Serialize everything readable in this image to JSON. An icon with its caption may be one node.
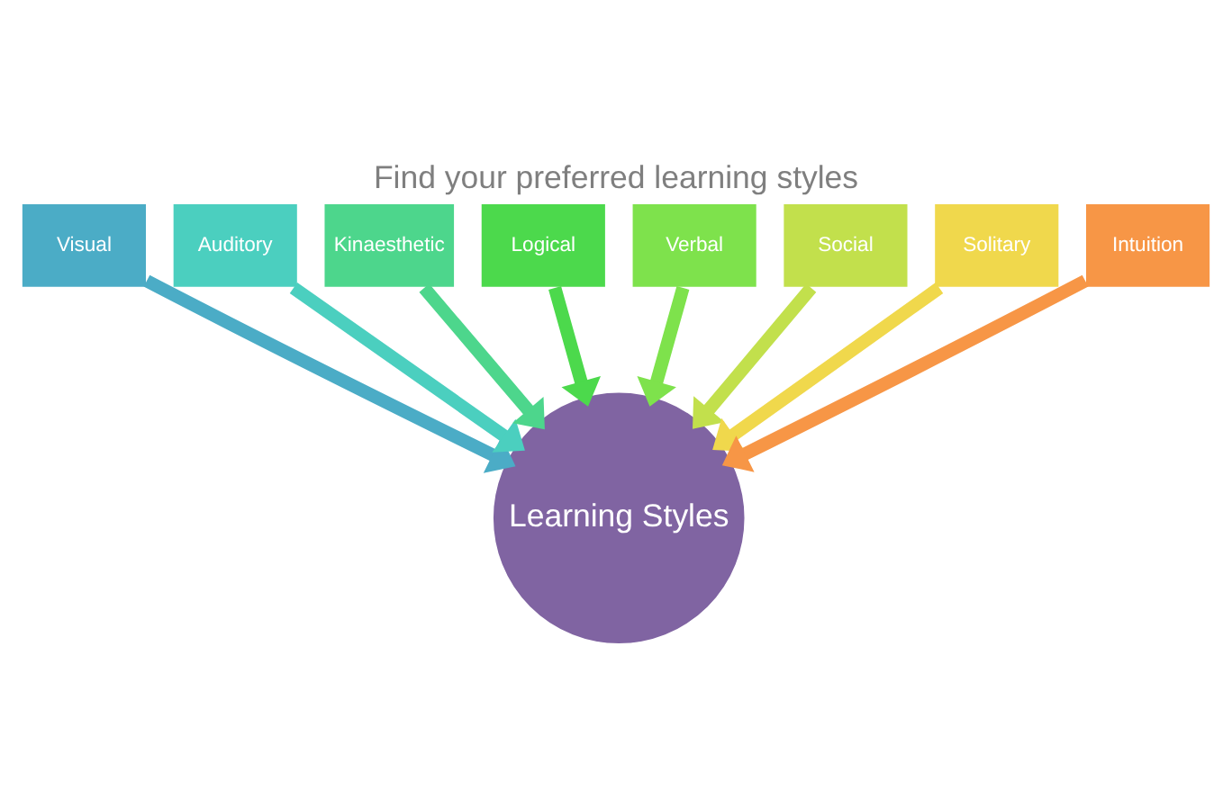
{
  "diagram": {
    "title": "Find your preferred learning styles",
    "nodes": [
      {
        "text": [
          "Visual"
        ]
      },
      {
        "text": [
          "Auditory"
        ]
      },
      {
        "text": [
          "Kinaesthetic"
        ]
      },
      {
        "text": [
          "Logical"
        ]
      },
      {
        "text": [
          "Verbal"
        ]
      },
      {
        "text": [
          "Social"
        ]
      },
      {
        "text": [
          "Solitary"
        ]
      },
      {
        "text": [
          "Intuition"
        ]
      },
      {
        "text": [
          "Learning Styles"
        ]
      }
    ],
    "edges": [
      {
        "from": 0,
        "to": 8,
        "arrow": "to",
        "color": "#4bacc6"
      },
      {
        "from": 1,
        "to": 8,
        "arrow": "to",
        "color": "#4bcfbf"
      },
      {
        "from": 2,
        "to": 8,
        "arrow": "to",
        "color": "#4dd68c"
      },
      {
        "from": 3,
        "to": 8,
        "arrow": "to",
        "color": "#4cd94c"
      },
      {
        "from": 4,
        "to": 8,
        "arrow": "to",
        "color": "#7ee24c"
      },
      {
        "from": 5,
        "to": 8,
        "arrow": "to",
        "color": "#c2e04c"
      },
      {
        "from": 6,
        "to": 8,
        "arrow": "to",
        "color": "#f0d84c"
      },
      {
        "from": 7,
        "to": 8,
        "arrow": "to",
        "color": "#f79646"
      }
    ]
  }
}
